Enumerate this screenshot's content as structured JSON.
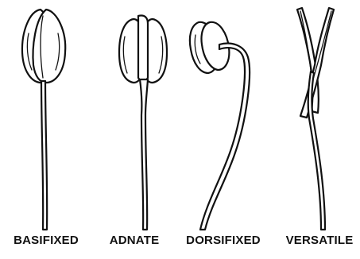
{
  "figure": {
    "labels": [
      "BASIFIXED",
      "ADNATE",
      "DORSIFIXED",
      "VERSATILE"
    ]
  }
}
